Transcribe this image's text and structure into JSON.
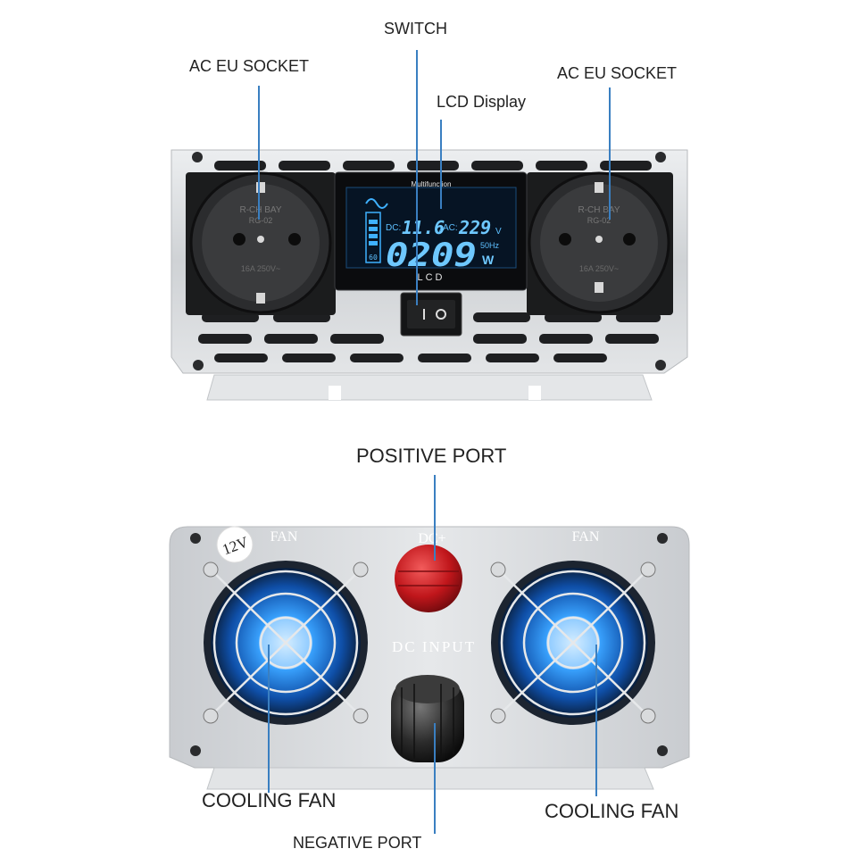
{
  "front": {
    "labels": {
      "switch": "SWITCH",
      "lcd": "LCD Display",
      "left_socket": "AC EU SOCKET",
      "right_socket": "AC EU SOCKET"
    },
    "lcd_screen": {
      "header": "Multifunction",
      "dc_label": "DC:",
      "dc_value": "11.6",
      "dc_unit": "V",
      "ac_label": "AC:",
      "ac_value": "229",
      "ac_unit": "V",
      "power_value": "0209",
      "freq": "50Hz",
      "power_unit": "W",
      "battery_pct": "60",
      "footer": "LCD"
    },
    "socket_text": {
      "brand": "R-CH BAY",
      "model": "RG-02",
      "rating": "16A 250V~"
    }
  },
  "back": {
    "labels": {
      "positive": "POSITIVE PORT",
      "negative": "NEGATIVE PORT",
      "fan_left": "COOLING FAN",
      "fan_right": "COOLING FAN"
    },
    "panel_text": {
      "voltage_badge": "12V",
      "fan_left": "FAN",
      "fan_right": "FAN",
      "dc_plus": "DC+",
      "dc_input": "DC INPUT"
    }
  },
  "colors": {
    "leader": "#3a7fc1",
    "housing": "#d6d8da",
    "lcd_glow": "#2ea6ff",
    "fan_glow": "#1f8cff",
    "positive_cap": "#c0161b"
  }
}
